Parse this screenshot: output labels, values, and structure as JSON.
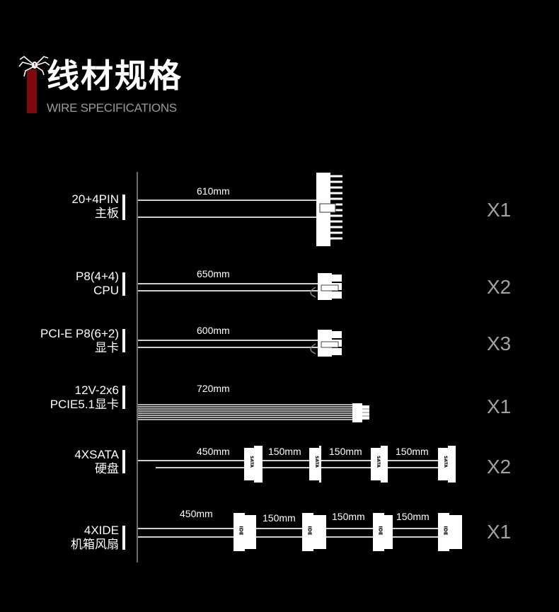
{
  "header": {
    "title": "线材规格",
    "subtitle": "WIRE SPECIFICATIONS",
    "accent_color": "#7e0a0e",
    "logo_icon": "spider-icon"
  },
  "cables": [
    {
      "name_line1": "20+4PIN",
      "name_line2": "主板",
      "length": "610mm",
      "count": "X1"
    },
    {
      "name_line1": "P8(4+4)",
      "name_line2": "CPU",
      "length": "650mm",
      "count": "X2"
    },
    {
      "name_line1": "PCI-E P8(6+2)",
      "name_line2": "显卡",
      "length": "600mm",
      "count": "X3"
    },
    {
      "name_line1": "12V-2x6",
      "name_line2": "PCIE5.1显卡",
      "length": "720mm",
      "count": "X1"
    },
    {
      "name_line1": "4XSATA",
      "name_line2": "硬盘",
      "lengths": [
        "450mm",
        "150mm",
        "150mm",
        "150mm"
      ],
      "connector_label": "SATA",
      "count": "X2"
    },
    {
      "name_line1": "4XIDE",
      "name_line2": "机箱风扇",
      "lengths": [
        "450mm",
        "150mm",
        "150mm",
        "150mm"
      ],
      "connector_label": "IDE",
      "count": "X1"
    }
  ]
}
